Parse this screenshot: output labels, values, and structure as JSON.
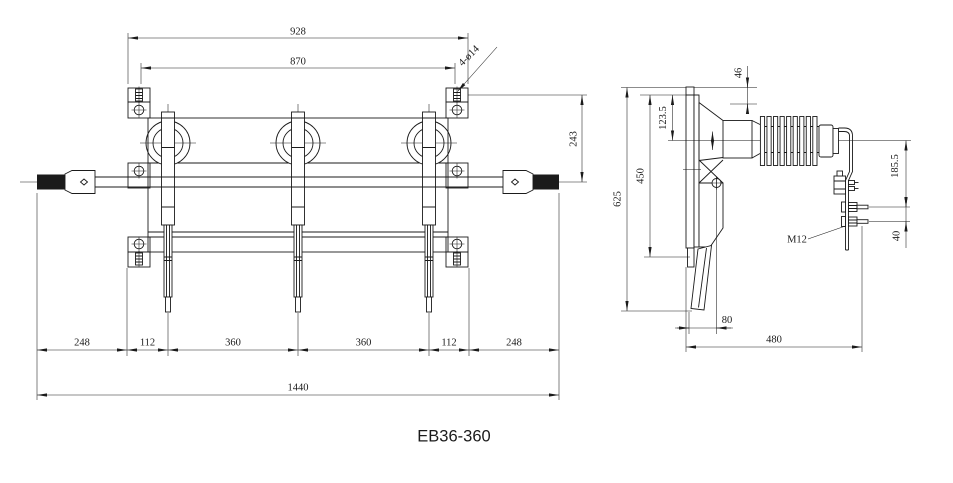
{
  "title": "EB36-360",
  "colors": {
    "ink": "#1b1b1b",
    "background": "#ffffff"
  },
  "front_view": {
    "label": "front-view",
    "dims": {
      "mounting_width": "928",
      "hole_span": "870",
      "holes": "4-ø14",
      "height_right": "243",
      "chain": [
        "248",
        "112",
        "360",
        "360",
        "112",
        "248"
      ],
      "overall": "1440"
    }
  },
  "side_view": {
    "label": "side-view",
    "dims": {
      "top_offset": "46",
      "axis_from_top": "123.5",
      "plate_height": "450",
      "overall_height": "625",
      "terminal_drop": "185.5",
      "hole_pitch": "40",
      "pivot_offset": "80",
      "overall_depth": "480",
      "thread": "M12"
    }
  }
}
